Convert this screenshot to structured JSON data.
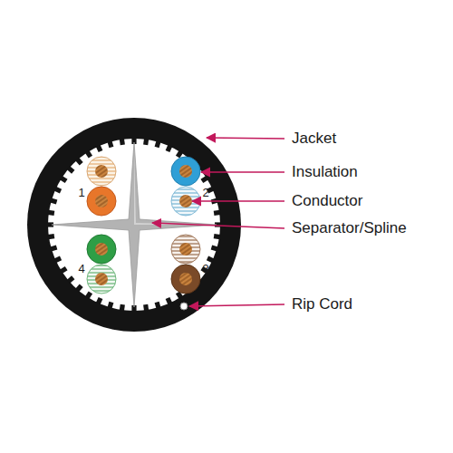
{
  "diagram": {
    "labels": [
      "Jacket",
      "Insulation",
      "Conductor",
      "Separator/Spline",
      "Rip Cord",
      "1",
      "2",
      "4",
      "3"
    ]
  }
}
